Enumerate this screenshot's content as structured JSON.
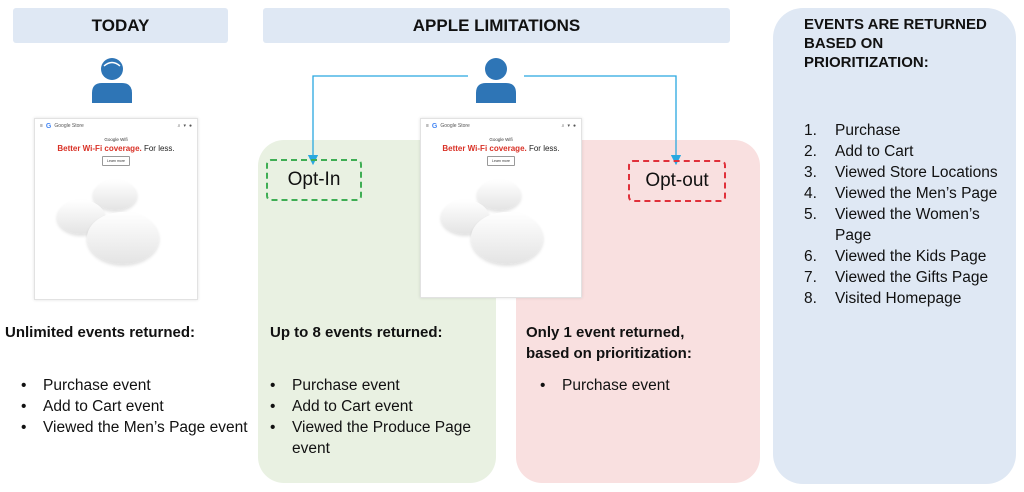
{
  "headers": {
    "today": "TODAY",
    "apple": "APPLE LIMITATIONS"
  },
  "screenshot": {
    "brand": "Google Store",
    "sub": "Google Wifi",
    "headline_red": "Better Wi-Fi coverage.",
    "headline_rest": " For less.",
    "button": "Learn more"
  },
  "labels": {
    "optin": "Opt-In",
    "optout": "Opt-out"
  },
  "today": {
    "title": "Unlimited events returned:",
    "items": [
      "Purchase event",
      "Add to Cart event",
      "Viewed the Men’s Page event"
    ]
  },
  "optin": {
    "title": "Up to 8 events returned:",
    "items": [
      "Purchase event",
      "Add to Cart event",
      "Viewed the Produce Page event"
    ]
  },
  "optout": {
    "title_line1": "Only 1 event returned,",
    "title_line2": "based on prioritization:",
    "items": [
      "Purchase event"
    ]
  },
  "priority": {
    "title": "EVENTS ARE RETURNED BASED ON PRIORITIZATION:",
    "items": [
      {
        "num": "1.",
        "label": "Purchase"
      },
      {
        "num": "2.",
        "label": "Add to Cart"
      },
      {
        "num": "3.",
        "label": "Viewed Store Locations"
      },
      {
        "num": "4.",
        "label": "Viewed the Men’s Page"
      },
      {
        "num": "5.",
        "label": "Viewed the Women’s Page"
      },
      {
        "num": "6.",
        "label": "Viewed the Kids Page"
      },
      {
        "num": "7.",
        "label": "Viewed the Gifts Page"
      },
      {
        "num": "8.",
        "label": "Visited Homepage"
      }
    ]
  },
  "colors": {
    "header_bg": "#dfe8f4",
    "optin_bg": "#e9f1e2",
    "optout_bg": "#f9e0e0",
    "priority_bg": "#dfe8f4",
    "person": "#2e75b6",
    "arrow": "#29a8e0",
    "optin_border": "#3fae54",
    "optout_border": "#e0303a",
    "headline": "#d93025"
  },
  "icons": [
    "person-icon",
    "hamburger-icon",
    "search-icon",
    "cart-icon",
    "avatar-icon",
    "arrow-icon"
  ]
}
